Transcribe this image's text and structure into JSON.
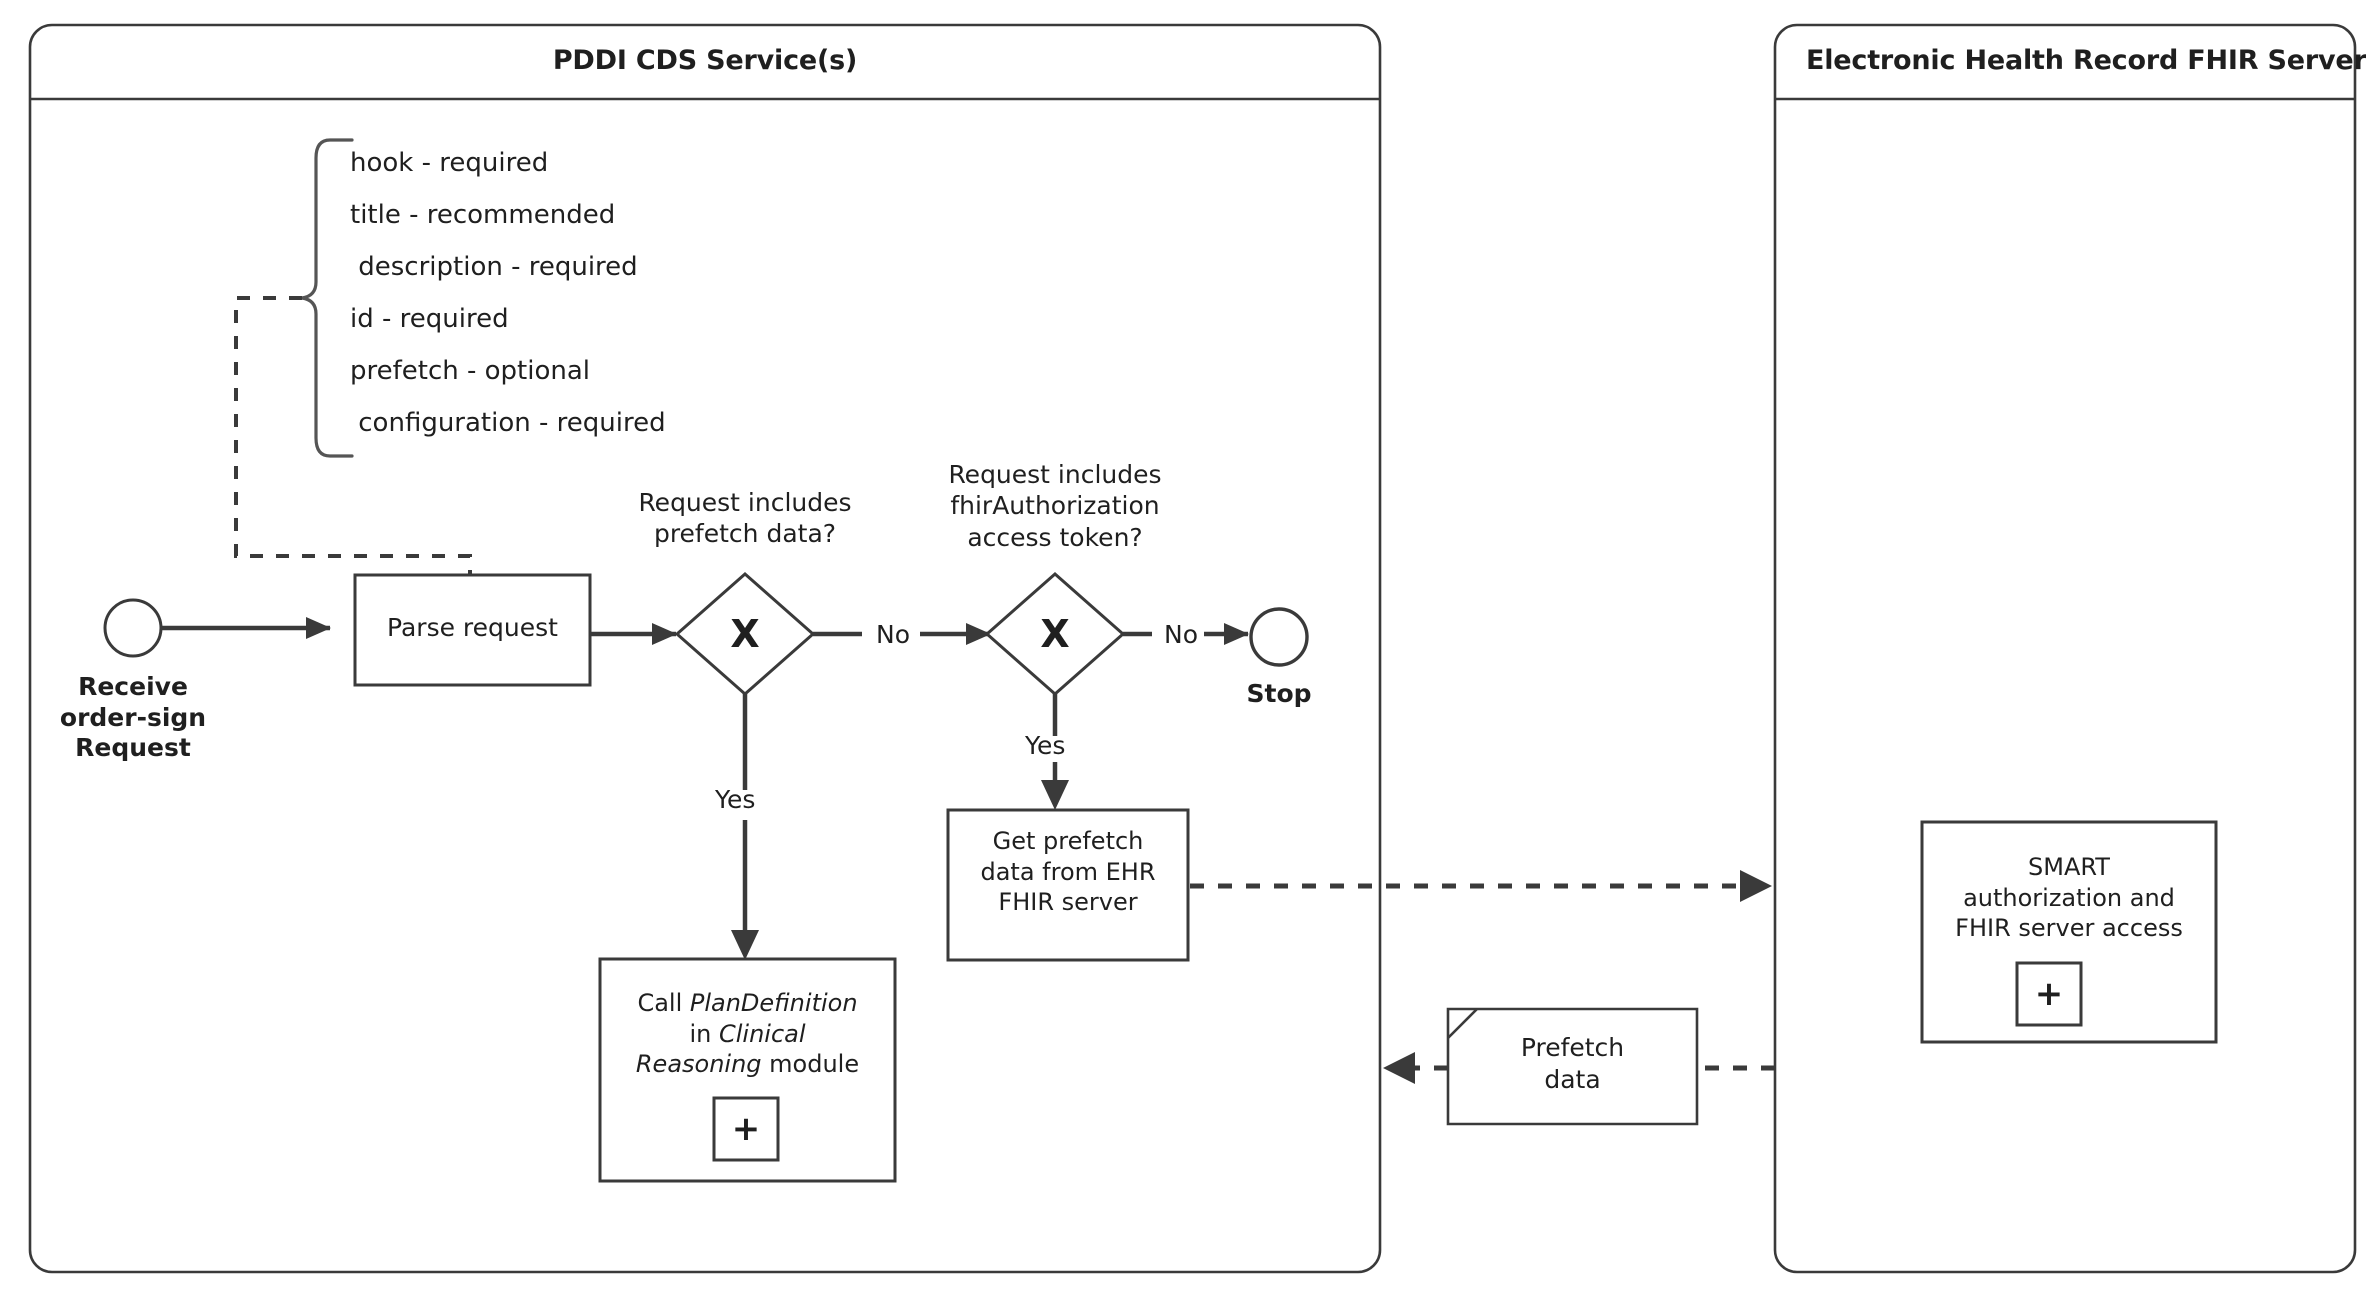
{
  "diagram": {
    "type": "bpmn-collaboration",
    "stroke_color": "#3a3a3a",
    "fill_color": "#ffffff",
    "text_color": "#1f1f1f"
  },
  "pools": [
    {
      "id": "pddi",
      "title": "PDDI CDS Service(s)",
      "title_align": "center"
    },
    {
      "id": "ehr",
      "title": "Electronic Health Record FHIR Server",
      "title_align": "left"
    }
  ],
  "annotation": {
    "name": "cds-service-discovery-fields",
    "items": [
      "hook - required",
      "title - recommended",
      " description - required",
      "id - required",
      "prefetch - optional",
      " configuration - required"
    ]
  },
  "events": [
    {
      "id": "start",
      "type": "start-event",
      "label": "Receive\norder-sign\nRequest"
    },
    {
      "id": "stop",
      "type": "end-event",
      "label": "Stop"
    }
  ],
  "tasks": [
    {
      "id": "parse",
      "label": "Parse request"
    },
    {
      "id": "get-prefetch",
      "label": "Get prefetch\ndata from EHR\nFHIR server"
    },
    {
      "id": "call-plandef",
      "label_parts": [
        {
          "text": "Call ",
          "italic": false
        },
        {
          "text": "PlanDefinition",
          "italic": true
        },
        {
          "text": "\nin ",
          "italic": false
        },
        {
          "text": "Clinical\nReasoning",
          "italic": true
        },
        {
          "text": " module",
          "italic": false
        }
      ],
      "marker": "+",
      "marker_name": "sub-process-expand-marker"
    },
    {
      "id": "smart-auth",
      "label": "SMART\nauthorization and\nFHIR server access",
      "marker": "+",
      "marker_name": "sub-process-expand-marker"
    }
  ],
  "gateways": [
    {
      "id": "gw-prefetch",
      "symbol": "X",
      "type": "exclusive",
      "label": "Request includes\nprefetch data?"
    },
    {
      "id": "gw-auth",
      "symbol": "X",
      "type": "exclusive",
      "label": "Request includes\nfhirAuthorization\naccess token?"
    }
  ],
  "flow_labels": {
    "gw_prefetch_no": "No",
    "gw_prefetch_yes": "Yes",
    "gw_auth_no": "No",
    "gw_auth_yes": "Yes"
  },
  "message": {
    "id": "prefetch-data-message",
    "label": "Prefetch\ndata"
  }
}
